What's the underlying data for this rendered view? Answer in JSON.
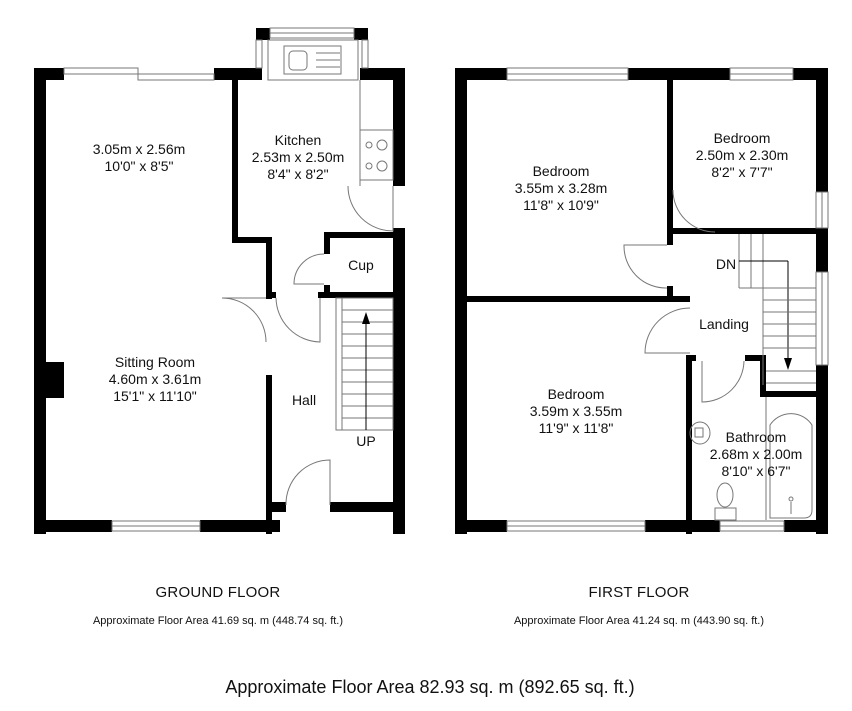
{
  "ground_floor": {
    "title": "GROUND FLOOR",
    "area": "Approximate Floor Area  41.69 sq. m (448.74 sq. ft.)",
    "rooms": [
      {
        "name": "",
        "metric": "3.05m x 2.56m",
        "imperial": "10'0\" x 8'5\""
      },
      {
        "name": "Kitchen",
        "metric": "2.53m x 2.50m",
        "imperial": "8'4\" x 8'2\""
      },
      {
        "name": "Sitting Room",
        "metric": "4.60m x 3.61m",
        "imperial": "15'1\" x 11'10\""
      },
      {
        "name": "Cup"
      },
      {
        "name": "Hall"
      }
    ],
    "stairs_label": "UP"
  },
  "first_floor": {
    "title": "FIRST FLOOR",
    "area": "Approximate Floor Area  41.24 sq. m (443.90 sq. ft.)",
    "rooms": [
      {
        "name": "Bedroom",
        "metric": "3.55m x 3.28m",
        "imperial": "11'8\" x 10'9\""
      },
      {
        "name": "Bedroom",
        "metric": "2.50m x 2.30m",
        "imperial": "8'2\" x 7'7\""
      },
      {
        "name": "Bedroom",
        "metric": "3.59m x 3.55m",
        "imperial": "11'9\" x 11'8\""
      },
      {
        "name": "Bathroom",
        "metric": "2.68m x 2.00m",
        "imperial": "8'10\" x 6'7\""
      },
      {
        "name": "Landing"
      }
    ],
    "stairs_label": "DN"
  },
  "total_area": "Approximate Floor Area 82.93 sq. m (892.65 sq. ft.)",
  "colors": {
    "wall": "#000000",
    "line": "#777777",
    "background": "#ffffff"
  }
}
